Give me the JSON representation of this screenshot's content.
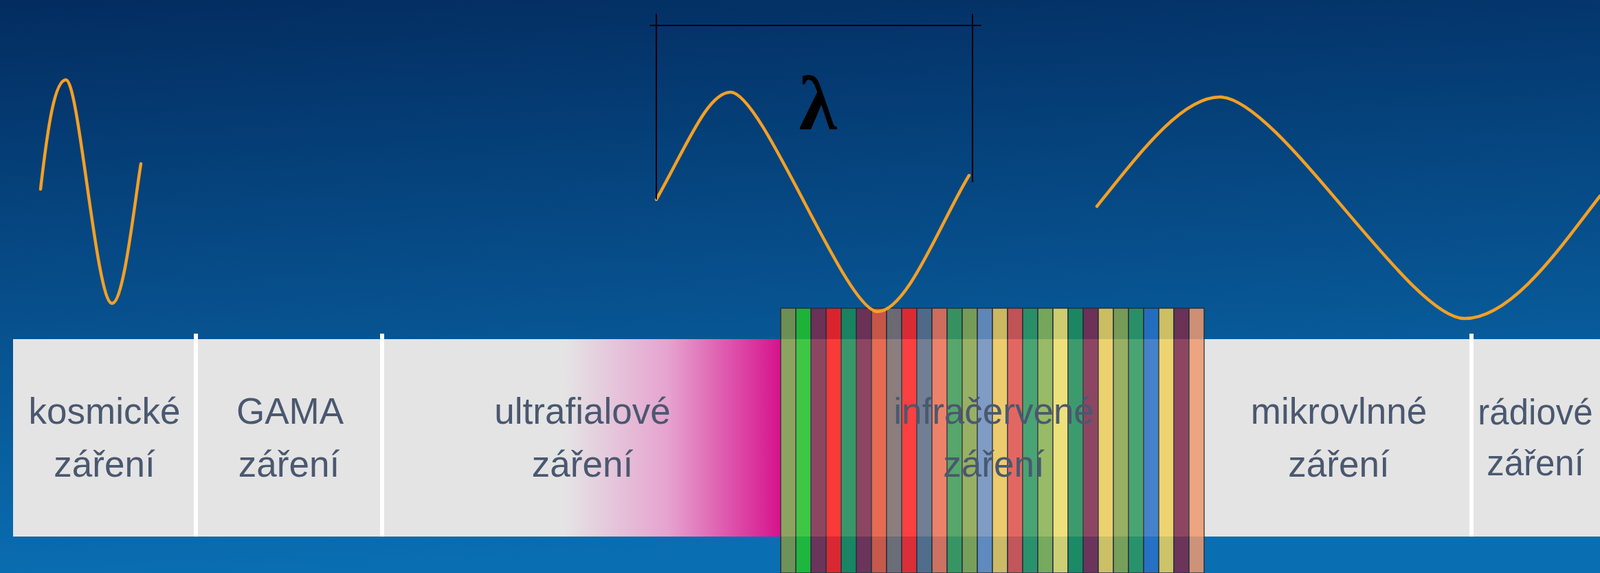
{
  "diagram": {
    "nodes": [
      {
        "text": [
          "kosmické záření"
        ]
      },
      {
        "text": [
          "GAMA záření"
        ]
      },
      {
        "text": [
          "ultrafialové záření"
        ]
      },
      {
        "text": [
          "infračervené záření"
        ]
      },
      {
        "text": [
          "mikrovlnné záření"
        ]
      },
      {
        "text": [
          "rádiové záření"
        ]
      }
    ],
    "labels": [
      "λ"
    ]
  }
}
